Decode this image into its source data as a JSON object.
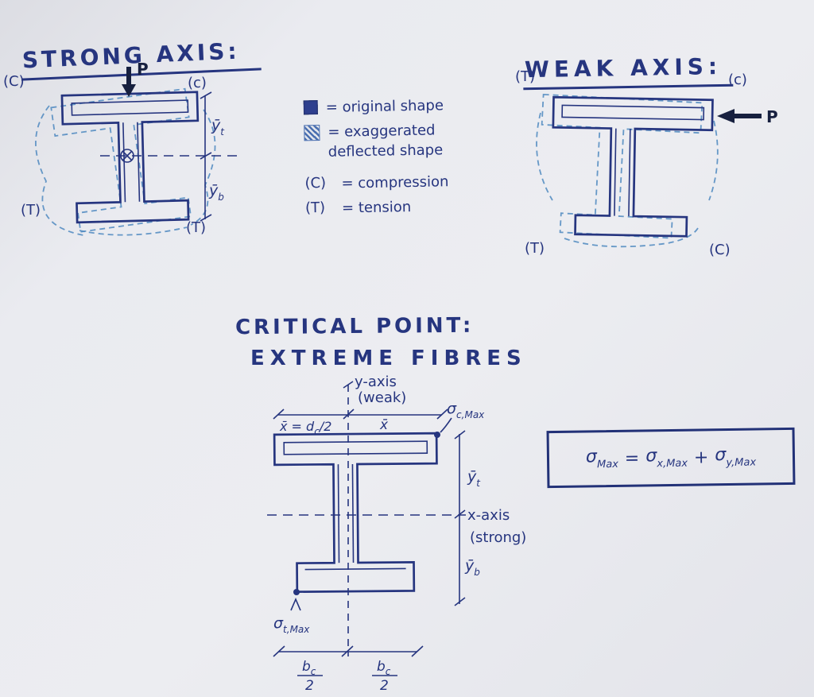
{
  "colors": {
    "paper": "#e8e9ee",
    "ink": "#26357f",
    "sketch": "#4d88bf",
    "dark": "#17203f"
  },
  "strong_axis": {
    "title": "STRONG AXIS:",
    "load": "P",
    "compression_top_left": "(C)",
    "compression_top_right": "(c)",
    "tension_bottom_left": "(T)",
    "tension_bottom_right": "(T)",
    "ybar_top": {
      "base": "ȳ",
      "sub": "t"
    },
    "ybar_bottom": {
      "base": "ȳ",
      "sub": "b"
    }
  },
  "weak_axis": {
    "title": "WEAK AXIS:",
    "load": "P",
    "tension_top_left": "(T)",
    "compression_top_right": "(c)",
    "tension_bottom_left": "(T)",
    "compression_bottom_right": "(C)"
  },
  "legend": {
    "original_label": "= original shape",
    "deflected_label": "= exaggerated deflected shape",
    "compression_symbol": "(C)",
    "compression_label": "= compression",
    "tension_symbol": "(T)",
    "tension_label": "= tension"
  },
  "critical": {
    "title_line1": "CRITICAL POINT:",
    "title_line2": "EXTREME FIBRES",
    "y_axis_label": "y-axis",
    "y_axis_note": "(weak)",
    "x_axis_label": "x-axis",
    "x_axis_note": "(strong)",
    "dim_left": {
      "pre": "x̄ = d",
      "sub": "c",
      "post": "/2"
    },
    "dim_right": "x̄",
    "sigma_c": {
      "base": "σ",
      "sub": "c,Max"
    },
    "sigma_t": {
      "base": "σ",
      "sub": "t,Max"
    },
    "ybar_top": {
      "base": "ȳ",
      "sub": "t"
    },
    "ybar_bottom": {
      "base": "ȳ",
      "sub": "b"
    },
    "b_left": {
      "num": "b",
      "numsub": "c",
      "den": "2"
    },
    "b_right": {
      "num": "b",
      "numsub": "c",
      "den": "2"
    }
  },
  "formula": {
    "lhs": "σ",
    "lhs_sub": "Max",
    "equals": "=",
    "term1": "σ",
    "term1_sub": "x,Max",
    "plus": "+",
    "term2": "σ",
    "term2_sub": "y,Max"
  }
}
